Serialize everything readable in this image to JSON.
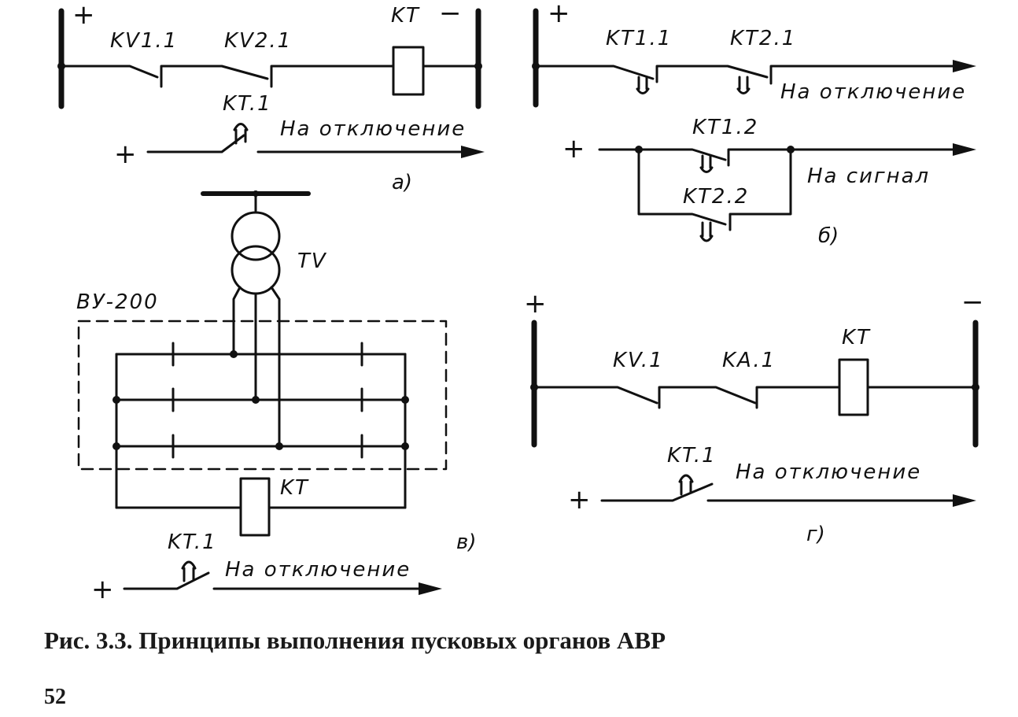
{
  "diagram_a": {
    "plus": "+",
    "minus": "−",
    "contact1": "KV1.1",
    "contact2": "KV2.1",
    "relay": "KT",
    "out_contact": "KT.1",
    "out_plus": "+",
    "out_text": "На отключение",
    "sublabel": "а)"
  },
  "diagram_b": {
    "plus": "+",
    "contact1": "KT1.1",
    "contact2": "KT2.1",
    "out1_text": "На отключение",
    "sig_plus": "+",
    "contact3": "KT1.2",
    "contact4": "KT2.2",
    "out2_text": "На сигнал",
    "sublabel": "б)"
  },
  "diagram_v": {
    "rectifier": "ВУ-200",
    "transformer": "TV",
    "relay": "KT",
    "out_contact": "KT.1",
    "out_plus": "+",
    "out_text": "На отключение",
    "sublabel": "в)"
  },
  "diagram_g": {
    "plus": "+",
    "minus": "−",
    "contact1": "KV.1",
    "contact2": "KA.1",
    "relay": "KT",
    "out_contact": "KT.1",
    "out_plus": "+",
    "out_text": "На отключение",
    "sublabel": "г)"
  },
  "caption": "Рис. 3.3. Принципы выполнения пусковых органов АВР",
  "page_number": "52"
}
